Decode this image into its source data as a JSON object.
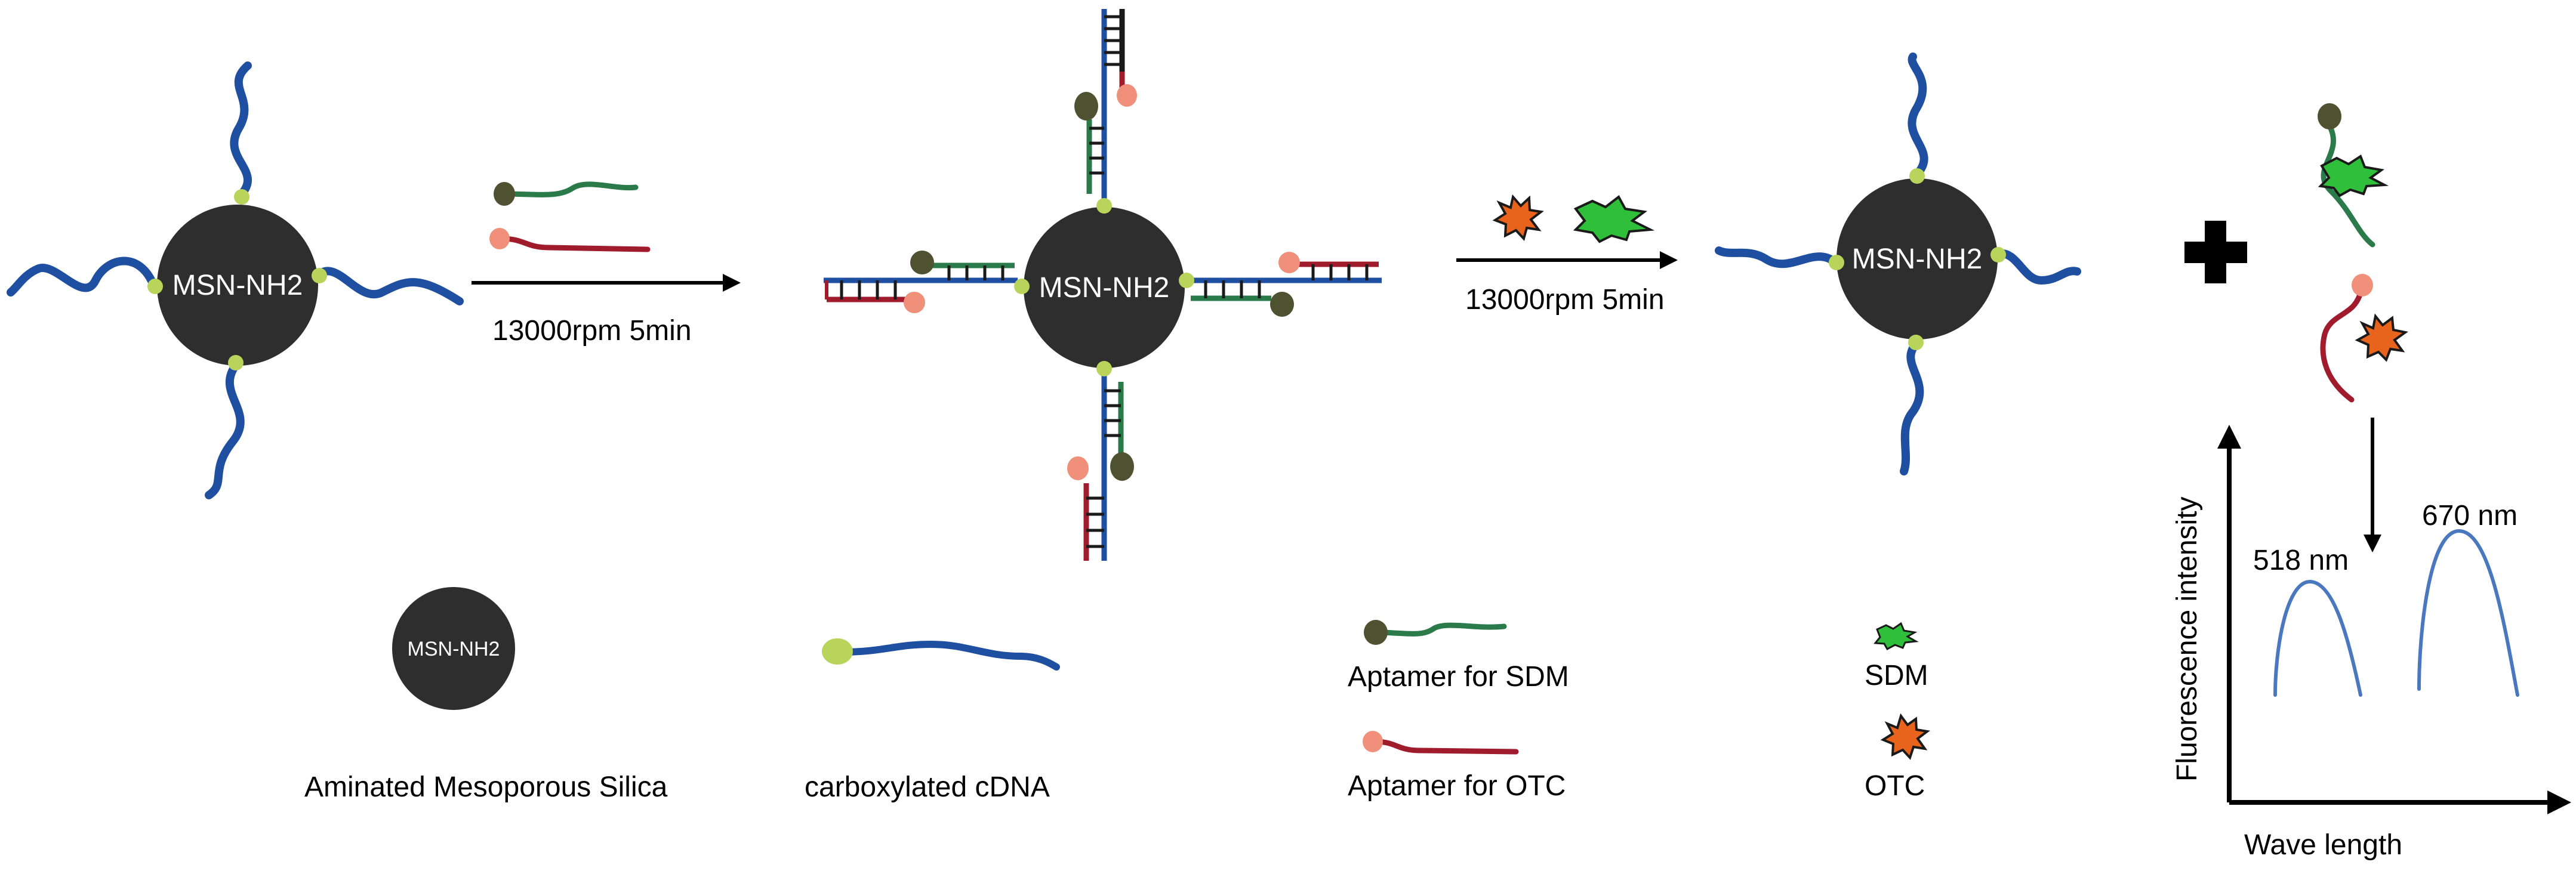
{
  "colors": {
    "background": "#ffffff",
    "nanoparticle": "#2e2e2e",
    "cdna": "#1f4fa0",
    "linker": "#b8d45a",
    "sdm_aptamer": "#2a7a4a",
    "sdm_aptamer_head": "#4e5230",
    "otc_aptamer": "#a01c2c",
    "otc_aptamer_head": "#f0907a",
    "sdm_star": "#2fbf3a",
    "otc_star": "#e8641c",
    "arrow": "#000000",
    "spectrum": "#4a78bf"
  },
  "nanoparticle_label": "MSN-NH2",
  "steps": {
    "step1": "13000rpm 5min",
    "step2": "13000rpm 5min"
  },
  "plus_icon": "plus-icon",
  "spectrum_chart": {
    "ylabel": "Fluorescence intensity",
    "xlabel": "Wave length",
    "peak1": "518 nm",
    "peak2": "670 nm"
  },
  "legend": {
    "silica": "Aminated Mesoporous Silica",
    "cdna": "carboxylated cDNA",
    "sdm_aptamer": "Aptamer for SDM",
    "otc_aptamer": "Aptamer for OTC",
    "sdm": "SDM",
    "otc": "OTC"
  }
}
